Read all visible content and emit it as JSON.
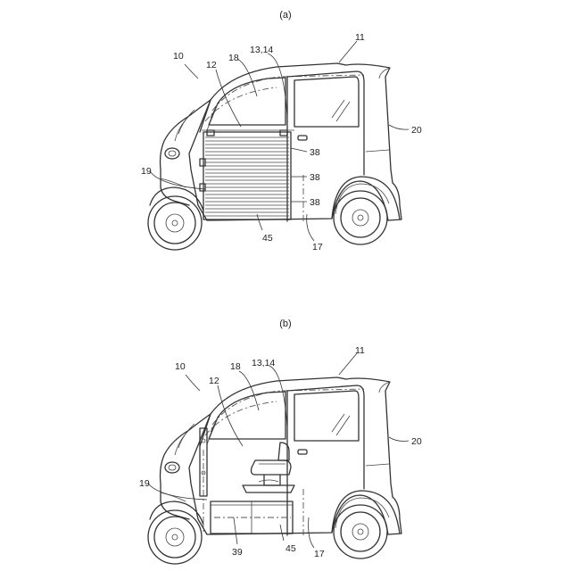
{
  "figures": [
    {
      "id": "a",
      "caption": "(a)",
      "labels": {
        "vehicle": "10",
        "body": "11",
        "opening": "12",
        "door": "13,14",
        "rail": "17",
        "window": "18",
        "step": "19",
        "rear": "20",
        "slat1": "38",
        "slat2": "38",
        "slat3": "38",
        "floor": "45"
      }
    },
    {
      "id": "b",
      "caption": "(b)",
      "labels": {
        "vehicle": "10",
        "body": "11",
        "opening": "12",
        "door": "13,14",
        "rail": "17",
        "window": "18",
        "step": "19",
        "rear": "20",
        "storage": "39",
        "floor": "45"
      }
    }
  ]
}
